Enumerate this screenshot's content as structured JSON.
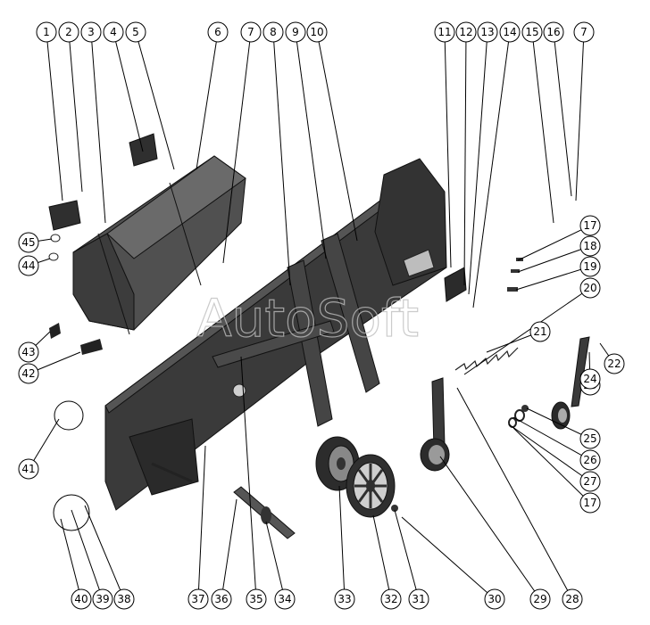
{
  "watermark": "AutoSoft",
  "colors": {
    "parts": "#2f2f2f",
    "parts_light": "#5a5a5a",
    "outline": "#000000",
    "background": "#ffffff",
    "watermark": "#bfbfbf"
  },
  "callouts": [
    "1",
    "2",
    "3",
    "4",
    "5",
    "6",
    "7",
    "8",
    "9",
    "10",
    "11",
    "12",
    "13",
    "14",
    "15",
    "16",
    "7",
    "17",
    "18",
    "19",
    "20",
    "21",
    "22",
    "23",
    "24",
    "25",
    "26",
    "27",
    "17",
    "28",
    "29",
    "30",
    "31",
    "32",
    "33",
    "34",
    "35",
    "36",
    "37",
    "38",
    "39",
    "40",
    "41",
    "42",
    "43",
    "44",
    "45"
  ]
}
